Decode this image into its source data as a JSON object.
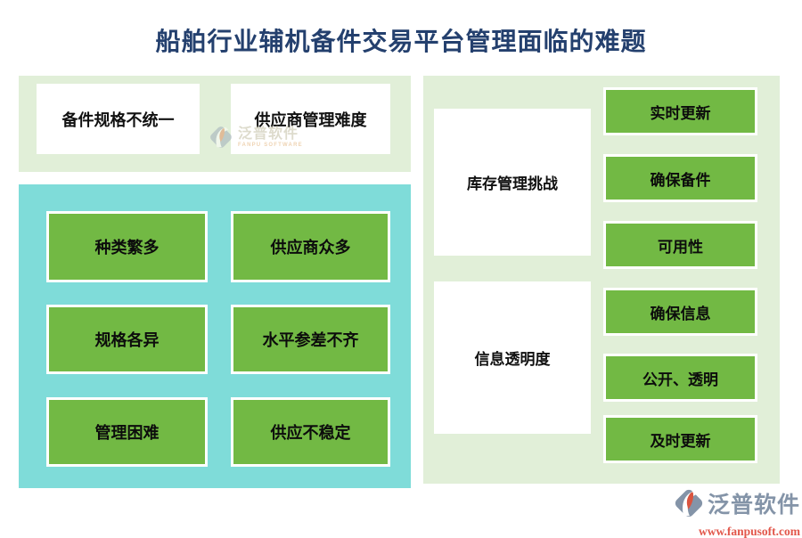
{
  "title": "船舶行业辅机备件交易平台管理面临的难题",
  "left_section": {
    "columns": [
      {
        "header": "备件规格不统一",
        "items": [
          "种类繁多",
          "规格各异",
          "管理困难"
        ]
      },
      {
        "header": "供应商管理难度",
        "items": [
          "供应商众多",
          "水平参差不齐",
          "供应不稳定"
        ]
      }
    ]
  },
  "right_section": {
    "groups": [
      {
        "label": "库存管理挑战",
        "items": [
          "实时更新",
          "确保备件",
          "可用性"
        ]
      },
      {
        "label": "信息透明度",
        "items": [
          "确保信息",
          "公开、透明",
          "及时更新"
        ]
      }
    ]
  },
  "watermark": {
    "brand": "泛普软件",
    "subtitle": "FANPU SOFTWARE"
  },
  "footer": {
    "brand": "泛普软件",
    "url": "www.fanpusoft.com"
  },
  "colors": {
    "title_navy": "#24406e",
    "panel_green": "#e1efd8",
    "teal": "#7fdcd9",
    "button_green": "#72b944",
    "logo_gray": "#8494a8",
    "logo_red": "#d9543f",
    "url_red": "#e2574b"
  }
}
